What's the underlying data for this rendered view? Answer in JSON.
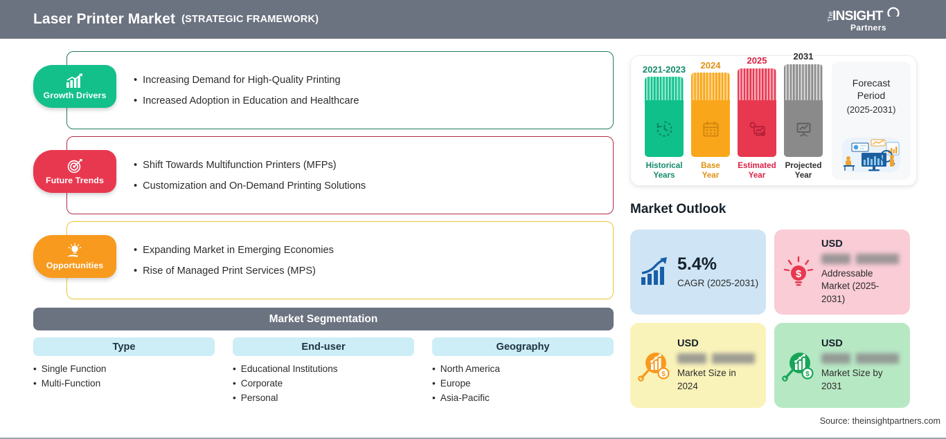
{
  "header": {
    "title": "Laser Printer Market",
    "subtitle": "(STRATEGIC FRAMEWORK)",
    "bg_color": "#6b7280",
    "logo": {
      "the": "The",
      "insight": "INSIGHT",
      "partners": "Partners",
      "name": "the-insight-partners-logo"
    }
  },
  "framework": {
    "rows": [
      {
        "badge": "Growth Drivers",
        "icon": "bar-chart-growth-icon",
        "color": "#14c08a",
        "border_color": "#1f7a63",
        "bullets": [
          "Increasing Demand for High-Quality Printing",
          "Increased Adoption in Education and Healthcare"
        ]
      },
      {
        "badge": "Future Trends",
        "icon": "target-dart-icon",
        "color": "#e8384f",
        "border_color": "#b02a45",
        "bullets": [
          "Shift Towards Multifunction Printers (MFPs)",
          "Customization and On-Demand Printing Solutions"
        ]
      },
      {
        "badge": "Opportunities",
        "icon": "lightbulb-hand-icon",
        "color": "#f79a1e",
        "border_color": "#e8c533",
        "bullets": [
          "Expanding Market in Emerging Economies",
          "Rise of Managed Print Services (MPS)"
        ]
      }
    ]
  },
  "segmentation": {
    "title": "Market Segmentation",
    "columns": [
      {
        "header": "Type",
        "items": [
          "Single Function",
          "Multi-Function"
        ]
      },
      {
        "header": "End-user",
        "items": [
          "Educational Institutions",
          "Corporate",
          "Personal"
        ]
      },
      {
        "header": "Geography",
        "items": [
          "North America",
          "Europe",
          "Asia-Pacific"
        ]
      }
    ]
  },
  "chart_data": {
    "type": "bar",
    "title": "Forecast Period Timeline",
    "categories": [
      "Historical Years",
      "Base Year",
      "Estimated Year",
      "Projected Year"
    ],
    "x": [
      "2021-2023",
      "2024",
      "2025",
      "2031"
    ],
    "values": [
      116,
      122,
      128,
      134
    ],
    "ylabel": "",
    "xlabel": "",
    "grid": false,
    "legend": "none",
    "bars": [
      {
        "year": "2021-2023",
        "caption": "Historical\nYears",
        "caption_line1": "Historical",
        "caption_line2": "Years",
        "solid": "#0fc08a",
        "stripe": "#6fdcbd",
        "text_color": "#128a6a",
        "icon": "clock-history-icon",
        "height": 116
      },
      {
        "year": "2024",
        "caption_line1": "Base",
        "caption_line2": "Year",
        "solid": "#f9a61a",
        "stripe": "#fcc964",
        "text_color": "#e09112",
        "icon": "calendar-icon",
        "height": 122
      },
      {
        "year": "2025",
        "caption_line1": "Estimated",
        "caption_line2": "Year",
        "solid": "#e8384f",
        "stripe": "#f58a9c",
        "text_color": "#d92246",
        "icon": "forecast-analytics-icon",
        "height": 128
      },
      {
        "year": "2031",
        "caption_line1": "Projected",
        "caption_line2": "Year",
        "solid": "#8a8a8a",
        "stripe": "#b8b8b8",
        "text_color": "#3a3a3a",
        "icon": "presentation-chart-icon",
        "height": 134
      }
    ],
    "forecast_box": {
      "line1": "Forecast",
      "line2": "Period",
      "line3": "(2025-2031)",
      "illustration": "business-analytics-illustration"
    }
  },
  "outlook": {
    "title": "Market Outlook",
    "cards": [
      {
        "name": "cagr-card",
        "bg": "#cfe5f5",
        "icon": "bar-chart-arrow-up-icon",
        "value": "5.4%",
        "label": "CAGR (2025-2031)",
        "blurred": false
      },
      {
        "name": "addressable-market-card",
        "bg": "#f9ccd6",
        "icon": "lightbulb-dollar-icon",
        "currency": "USD",
        "value_blurred": true,
        "label": "Addressable Market (2025-2031)"
      },
      {
        "name": "market-size-2024-card",
        "bg": "#faf3b9",
        "icon": "magnifier-chart-dollar-icon",
        "currency": "USD",
        "value_blurred": true,
        "label": "Market Size in 2024"
      },
      {
        "name": "market-size-2031-card",
        "bg": "#b7e8c4",
        "icon": "magnifier-chart-dollar-icon",
        "currency": "USD",
        "value_blurred": true,
        "label": "Market Size by 2031"
      }
    ],
    "source": "Source: theinsightpartners.com"
  }
}
